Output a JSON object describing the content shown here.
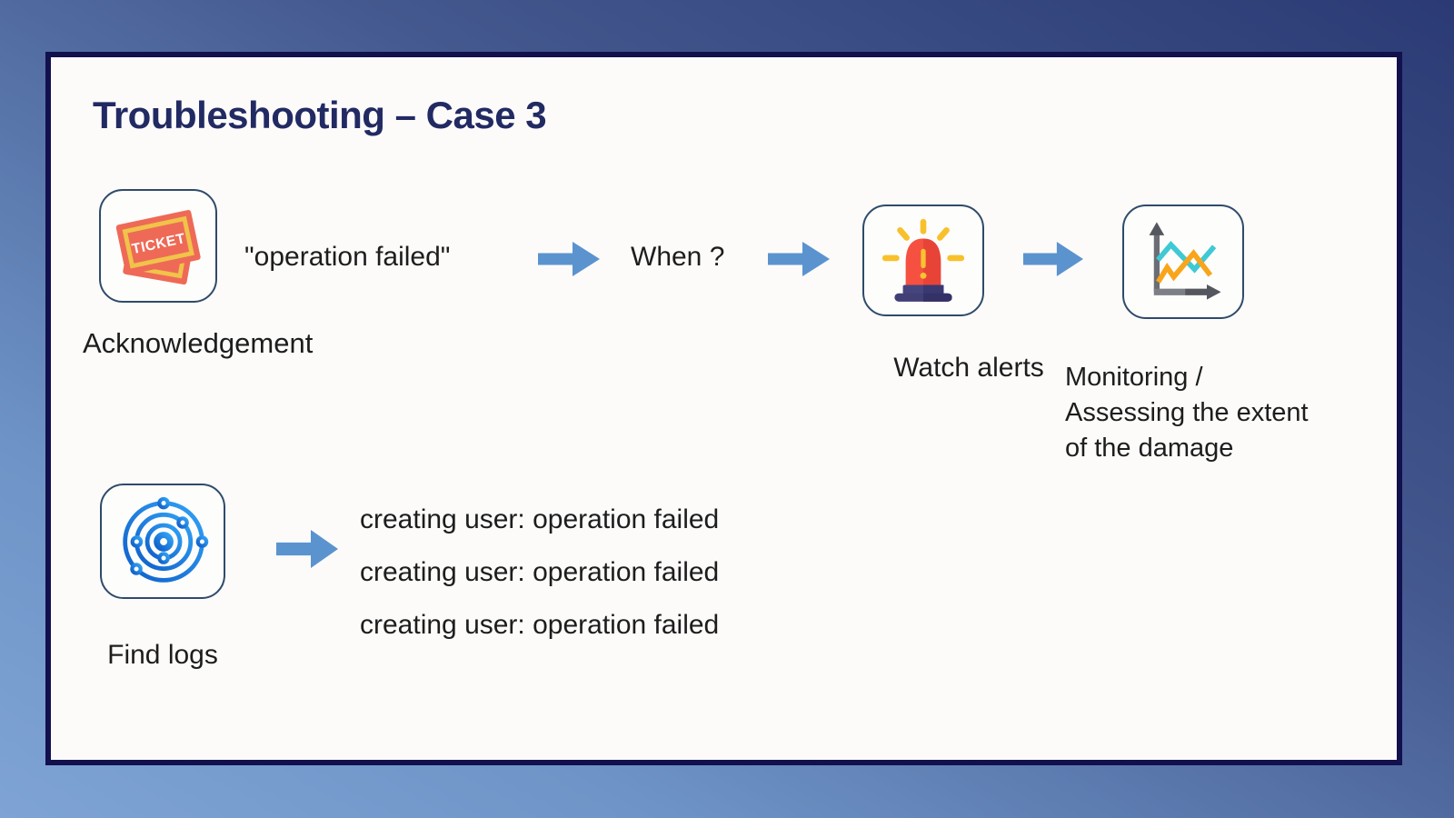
{
  "slide": {
    "title": "Troubleshooting – Case 3",
    "row1": {
      "acknowledgement": {
        "icon": "ticket-icon",
        "icon_text": "TICKET",
        "label": "Acknowledgement"
      },
      "quote_text": "\"operation failed\"",
      "when_text": "When ?",
      "watch_alerts": {
        "icon": "alarm-siren-icon",
        "label": "Watch alerts"
      },
      "monitoring": {
        "icon": "line-chart-icon",
        "label": "Monitoring /\nAssessing the extent\nof the damage"
      }
    },
    "row2": {
      "find_logs": {
        "icon": "orbit-logs-icon",
        "label": "Find logs"
      },
      "log_lines": [
        "creating user: operation failed",
        "creating user: operation failed",
        "creating user: operation failed"
      ]
    }
  },
  "colors": {
    "background_top_right": "#2b3a74",
    "background_bottom_left": "#7ea3d4",
    "slide_border": "#12104d",
    "slide_background": "#fcfbfa",
    "title_text": "#222a63",
    "body_text": "#1d1d1d",
    "arrow_blue": "#5b93cf",
    "icon_box_border": "#2e4b69",
    "ticket_red": "#ee6a56",
    "ticket_yellow": "#f0c34a",
    "alarm_red_left": "#f65140",
    "alarm_red_right": "#e74437",
    "alarm_base_purple": "#413f75",
    "alarm_ray_yellow": "#f8c12c",
    "chart_axis_gray": "#54575d",
    "chart_line_teal": "#3fc9d4",
    "chart_line_orange": "#f9a51a",
    "orbit_blue_dark": "#0f5fc9",
    "orbit_blue_light": "#31a2f5"
  }
}
